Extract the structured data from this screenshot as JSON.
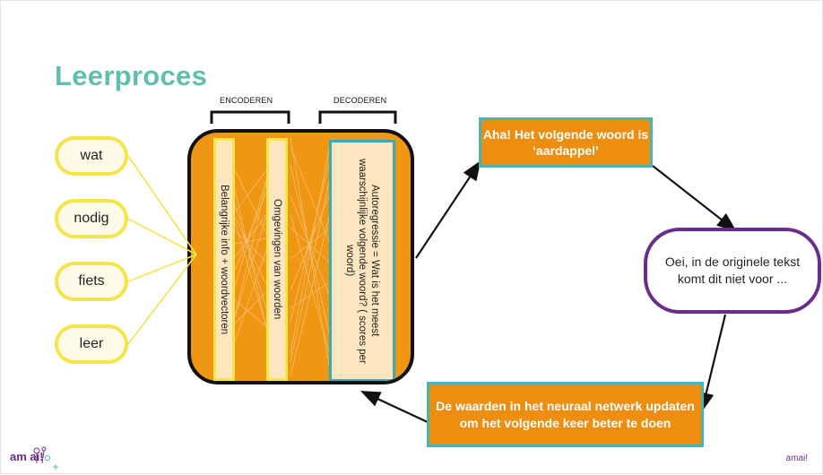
{
  "title": "Leerproces",
  "labels": {
    "encoder": "ENCODEREN",
    "decoder": "DECODEREN"
  },
  "input_words": [
    "wat",
    "nodig",
    "fiets",
    "leer"
  ],
  "columns": {
    "encoder_1": "Belangrijke info + woordvectoren",
    "encoder_2": "Omgevingen van woorden",
    "decoder": "Autoregressie = Wat is het meest waarschijnlijke volgende woord? ( scores per woord)"
  },
  "prediction": "Aha! Het volgende woord is ‘aardappel’",
  "feedback": "Oei, in de originele tekst komt dit niet voor ...",
  "update": "De waarden in het neuraal netwerk updaten om het volgende keer beter te doen",
  "footer": {
    "brand": "amai!",
    "logo_text": "am ai!"
  },
  "colors": {
    "title": "#5fbfae",
    "pill_border": "#f5e44a",
    "orange": "#ef9612",
    "teal": "#49b4b6",
    "purple": "#6b2d8c"
  }
}
